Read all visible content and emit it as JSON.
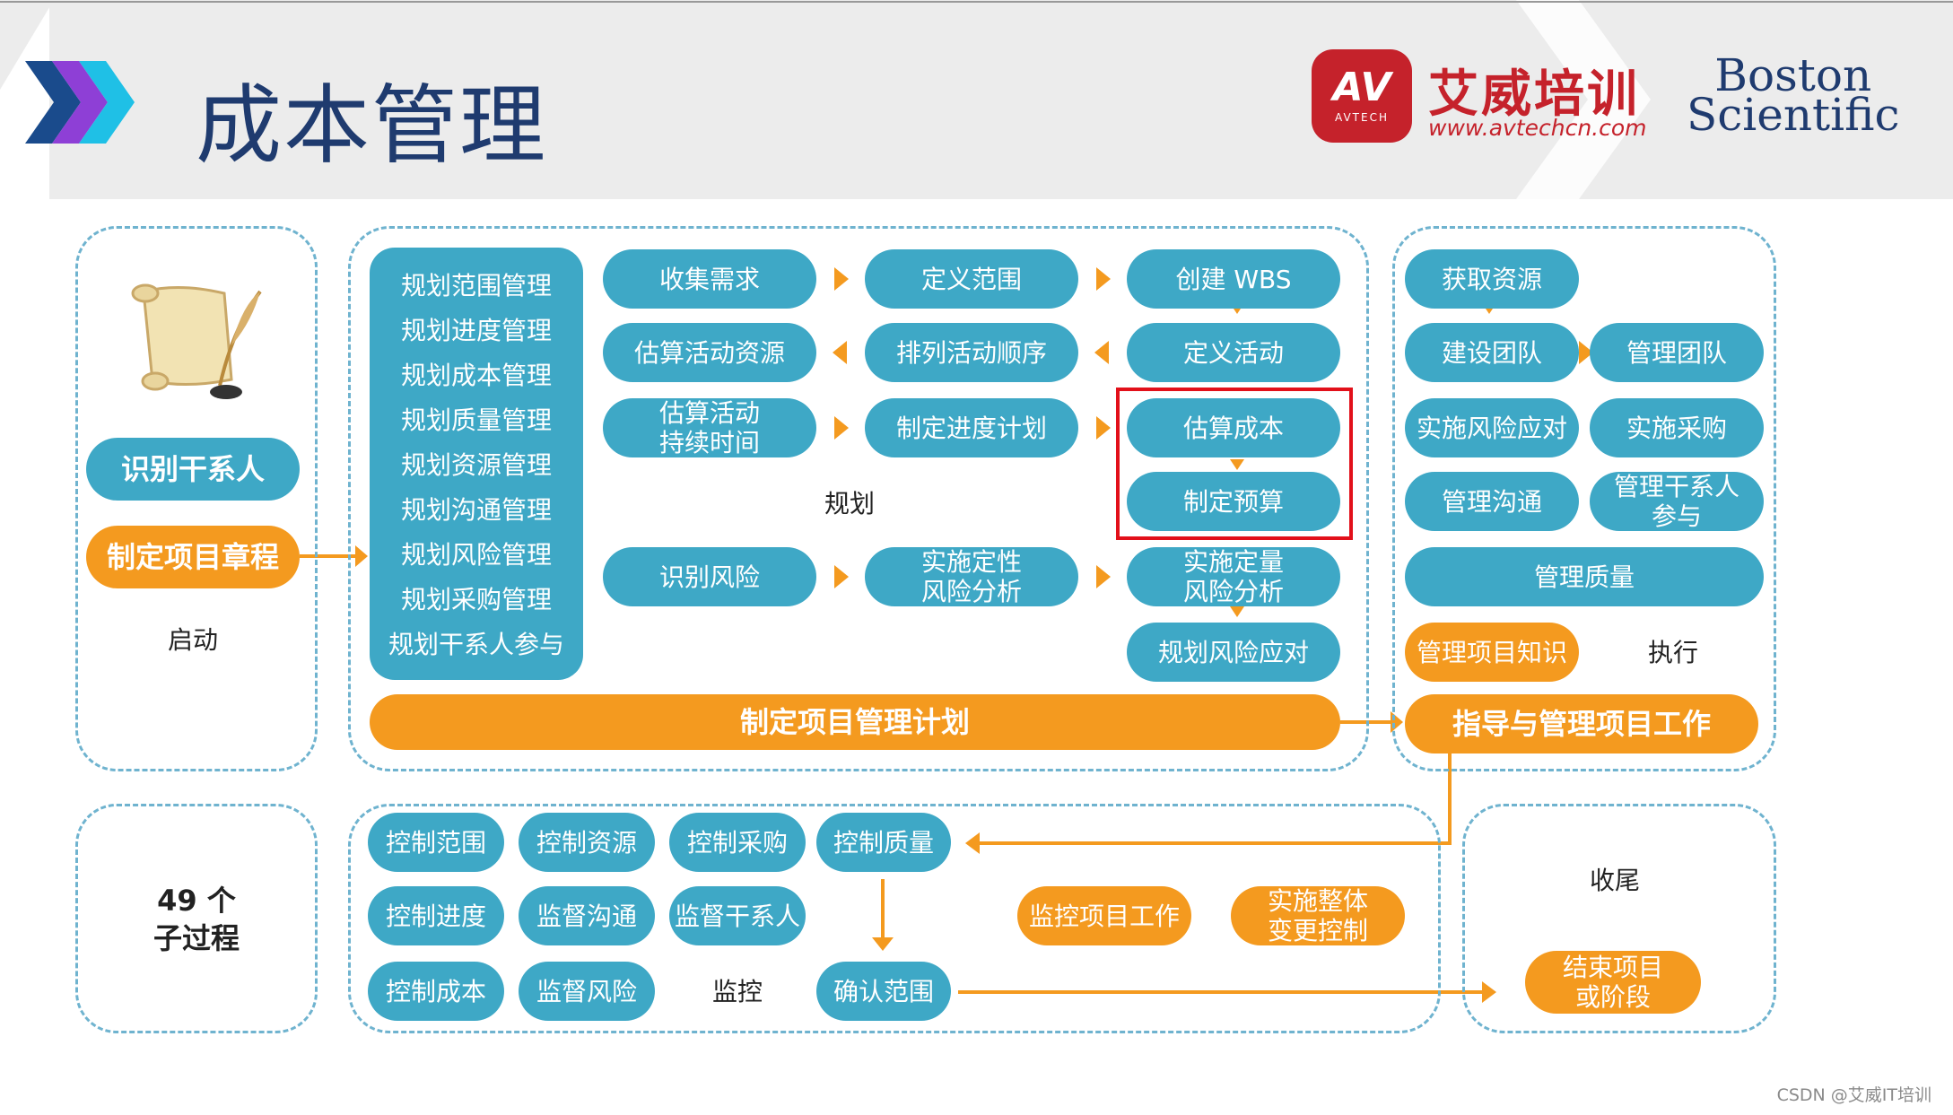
{
  "header": {
    "title": "成本管理",
    "logo": {
      "badge": "AV",
      "badge_sub": "AVTECH",
      "name_cn": "艾威培训",
      "url": "www.avtechcn.com"
    },
    "partner": [
      "Boston",
      "Scientific"
    ]
  },
  "groups": {
    "initiating": {
      "label": "启动",
      "stakeholders": "识别干系人",
      "charter": "制定项目章程"
    },
    "planning": {
      "label": "规划",
      "plan_list": [
        "规划范围管理",
        "规划进度管理",
        "规划成本管理",
        "规划质量管理",
        "规划资源管理",
        "规划沟通管理",
        "规划风险管理",
        "规划采购管理",
        "规划干系人参与"
      ],
      "collect_requirements": "收集需求",
      "define_scope": "定义范围",
      "create_wbs": "创建 WBS",
      "estimate_activity_resources": "估算活动资源",
      "sequence_activities": "排列活动顺序",
      "define_activities": "定义活动",
      "estimate_durations": "估算活动\n持续时间",
      "develop_schedule": "制定进度计划",
      "estimate_costs": "估算成本",
      "determine_budget": "制定预算",
      "identify_risks": "识别风险",
      "qualitative_risk": "实施定性\n风险分析",
      "quantitative_risk": "实施定量\n风险分析",
      "plan_risk_responses": "规划风险应对",
      "develop_pm_plan": "制定项目管理计划"
    },
    "executing": {
      "label": "执行",
      "acquire_resources": "获取资源",
      "develop_team": "建设团队",
      "manage_team": "管理团队",
      "implement_risk_responses": "实施风险应对",
      "conduct_procurements": "实施采购",
      "manage_communications": "管理沟通",
      "manage_stakeholder_engagement": "管理干系人\n参与",
      "manage_quality": "管理质量",
      "manage_knowledge": "管理项目知识",
      "direct_manage_work": "指导与管理项目工作"
    },
    "summary": {
      "count": "49 个",
      "unit": "子过程"
    },
    "monitoring": {
      "label": "监控",
      "control_scope": "控制范围",
      "control_resources": "控制资源",
      "control_procurements": "控制采购",
      "control_quality": "控制质量",
      "control_schedule": "控制进度",
      "monitor_communications": "监督沟通",
      "monitor_stakeholders": "监督干系人",
      "control_costs": "控制成本",
      "monitor_risks": "监督风险",
      "validate_scope": "确认范围",
      "monitor_control_work": "监控项目工作",
      "integrated_change_control": "实施整体\n变更控制"
    },
    "closing": {
      "label": "收尾",
      "close_project": "结束项目\n或阶段"
    }
  },
  "colors": {
    "blue_pill": "#3ea8c6",
    "orange_pill": "#f49a1f",
    "title": "#1f3b6f",
    "highlight": "#e2101a",
    "zone_border": "#6fb3cf"
  },
  "watermark": "CSDN @艾威IT培训"
}
